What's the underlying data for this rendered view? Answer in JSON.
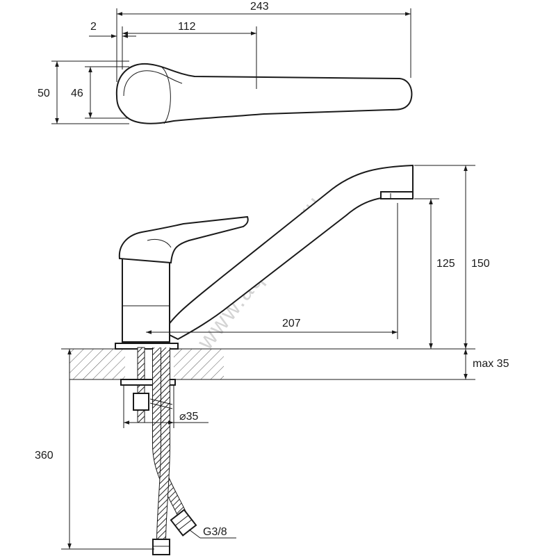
{
  "labels": {
    "dim_243": "243",
    "dim_2": "2",
    "dim_112": "112",
    "dim_50": "50",
    "dim_46": "46",
    "dim_125": "125",
    "dim_150": "150",
    "dim_207": "207",
    "dim_max35": "max 35",
    "dim_d35": "⌀35",
    "dim_360": "360",
    "thread_g38": "G3/8"
  },
  "watermark": "www.aquamir.ru"
}
